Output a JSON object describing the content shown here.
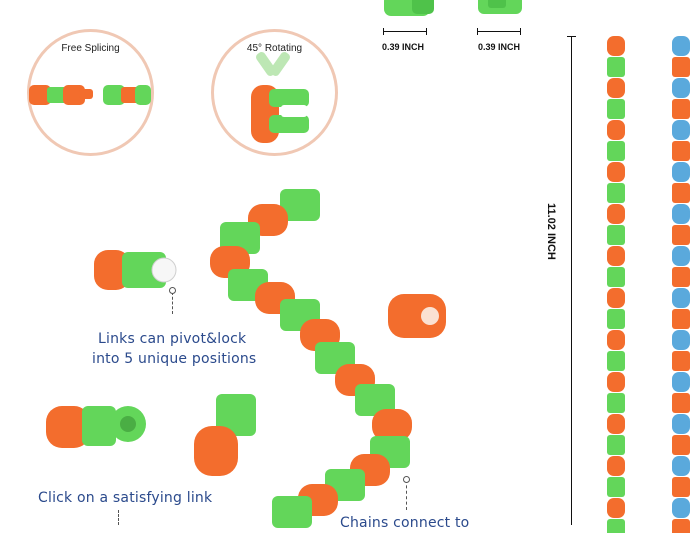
{
  "feature_circles": [
    {
      "title": "Free Splicing"
    },
    {
      "title": "45° Rotating"
    }
  ],
  "dimensions": {
    "width_a": "0.39 INCH",
    "width_b": "0.39 INCH",
    "length": "11.02 INCH"
  },
  "callouts": {
    "pivot_line1": "Links can pivot&lock",
    "pivot_line2": "into 5 unique positions",
    "click": "Click on a satisfying link",
    "chains": "Chains connect to"
  },
  "colors": {
    "green": "#63d65a",
    "orange": "#f36d2d",
    "blue": "#5aa9dc",
    "circle_border": "#f0c8b4",
    "callout_text": "#2b4a8c"
  }
}
